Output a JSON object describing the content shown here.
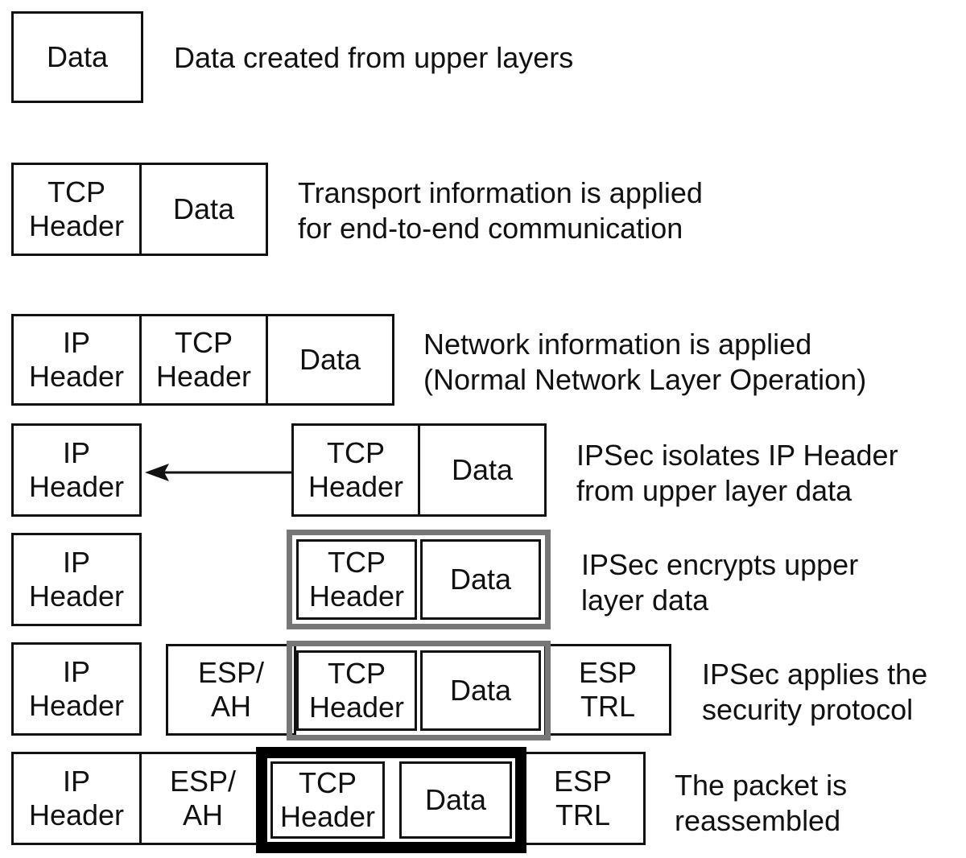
{
  "rows": [
    {
      "blocks": [
        "Data"
      ],
      "description": [
        "Data created from upper layers"
      ]
    },
    {
      "blocks": [
        "TCP Header",
        "Data"
      ],
      "description": [
        "Transport information is applied",
        "for end-to-end communication"
      ]
    },
    {
      "blocks": [
        "IP Header",
        "TCP Header",
        "Data"
      ],
      "description": [
        "Network information is applied",
        "(Normal Network Layer Operation)"
      ]
    },
    {
      "blocks": [
        "IP Header",
        "TCP Header",
        "Data"
      ],
      "arrow": "arrow-left",
      "description": [
        "IPSec isolates IP Header",
        "from upper layer data"
      ]
    },
    {
      "blocks": [
        "IP Header",
        "TCP Header",
        "Data"
      ],
      "encrypted_group": "gray",
      "description": [
        "IPSec encrypts upper",
        "layer data"
      ]
    },
    {
      "blocks": [
        "IP Header",
        "ESP/ AH",
        "TCP Header",
        "Data",
        "ESP TRL"
      ],
      "encrypted_group": "gray",
      "description": [
        "IPSec applies the",
        "security protocol"
      ]
    },
    {
      "blocks": [
        "IP Header",
        "ESP/ AH",
        "TCP Header",
        "Data",
        "ESP TRL"
      ],
      "encrypted_group": "black",
      "description": [
        "The packet is",
        "reassembled"
      ]
    }
  ],
  "labels": {
    "data": "Data",
    "tcp_1": "TCP",
    "tcp_2": "Header",
    "ip_1": "IP",
    "ip_2": "Header",
    "esp_1": "ESP/",
    "esp_2": "AH",
    "trl_1": "ESP",
    "trl_2": "TRL"
  },
  "colors": {
    "line": "#111111",
    "encryption_border": "#777777",
    "reassembled_border": "#000000"
  }
}
